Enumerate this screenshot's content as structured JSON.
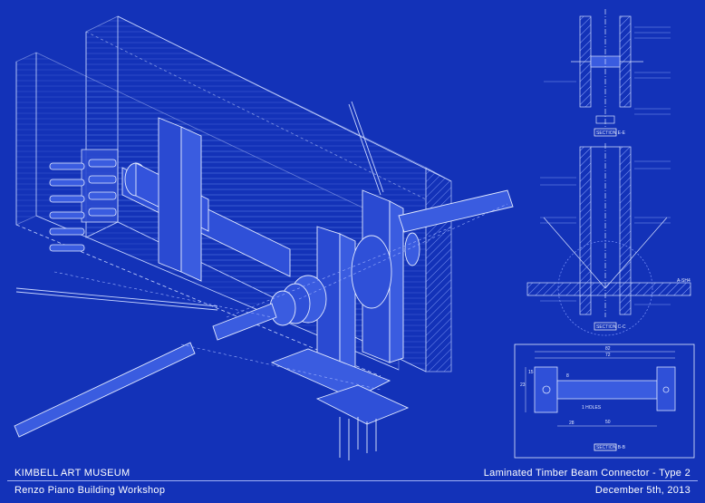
{
  "project": {
    "name": "KIMBELL  ART MUSEUM",
    "firm": "Renzo Piano Building Workshop"
  },
  "drawing": {
    "title": "Laminated Timber Beam Connector - Type 2",
    "date": "December 5th, 2013"
  },
  "views": {
    "section_1_label": "SECTION E-E",
    "section_2_label": "SECTION C-C",
    "plan_label": "SECTION B-B",
    "dimension_82": "82",
    "dimension_72": "72",
    "dimension_50": "50",
    "dimension_28": "28",
    "dimension_23": "23",
    "dimension_15": "15",
    "dimension_8": "8",
    "note_holes": "1 HOLES",
    "section_tag": "A-SH4"
  },
  "colors": {
    "background": "#1332b8",
    "line": "#d8e2ff",
    "faint_line": "#6f8cf0"
  }
}
